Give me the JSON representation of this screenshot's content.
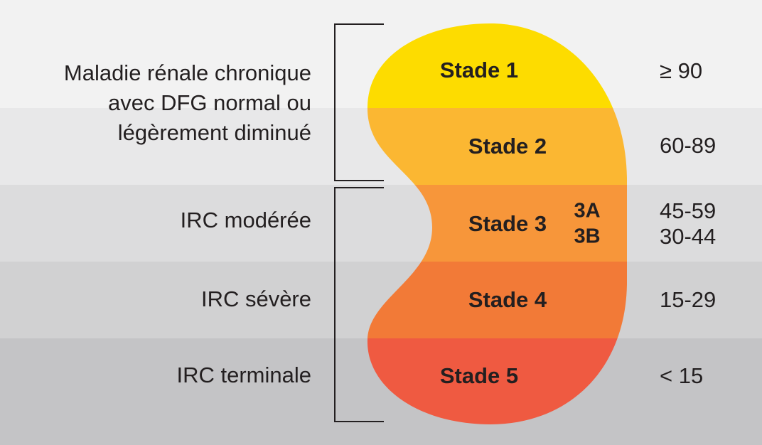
{
  "groups": [
    {
      "label_lines": [
        "Maladie rénale chronique",
        "avec DFG normal ou",
        "légèrement diminué"
      ]
    },
    {
      "label_lines": [
        "IRC modérée"
      ]
    },
    {
      "label_lines": [
        "IRC sévère"
      ]
    },
    {
      "label_lines": [
        "IRC terminale"
      ]
    }
  ],
  "stages": [
    {
      "name": "Stade 1",
      "value": "≥ 90",
      "color": "#fddc00"
    },
    {
      "name": "Stade 2",
      "value": "60-89",
      "color": "#fbb732"
    },
    {
      "name": "Stade 3",
      "substages": [
        "3A",
        "3B"
      ],
      "values": [
        "45-59",
        "30-44"
      ],
      "color": "#f7963a"
    },
    {
      "name": "Stade 4",
      "value": "15-29",
      "color": "#f27a37"
    },
    {
      "name": "Stade 5",
      "value": "< 15",
      "color": "#ef5a41"
    }
  ],
  "bracket_color": "#231f20"
}
